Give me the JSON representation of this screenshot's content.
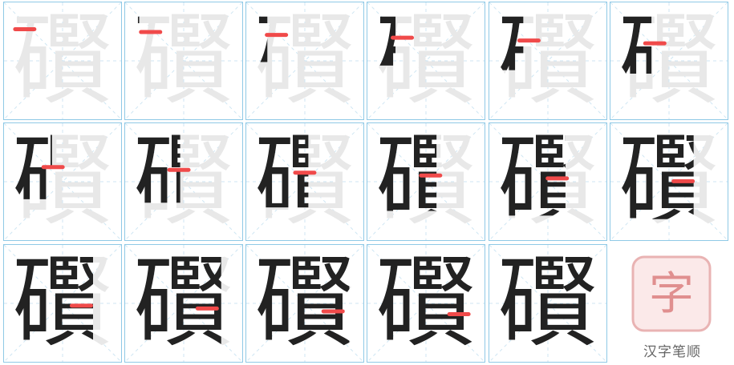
{
  "character": "礥",
  "site_name": "汉字笔顺",
  "logo_glyph": "字",
  "colors": {
    "stroke_highlight": "#f04a4a",
    "ink": "#222222",
    "ghost": "#e8e8e8",
    "grid": "#8fc9e6"
  },
  "steps": [
    {
      "step": 1
    },
    {
      "step": 2
    },
    {
      "step": 3
    },
    {
      "step": 4
    },
    {
      "step": 5
    },
    {
      "step": 6
    },
    {
      "step": 7
    },
    {
      "step": 8
    },
    {
      "step": 9
    },
    {
      "step": 10
    },
    {
      "step": 11
    },
    {
      "step": 12
    },
    {
      "step": 13
    },
    {
      "step": 14
    },
    {
      "step": 15
    },
    {
      "step": 16
    },
    {
      "step": 17
    }
  ]
}
